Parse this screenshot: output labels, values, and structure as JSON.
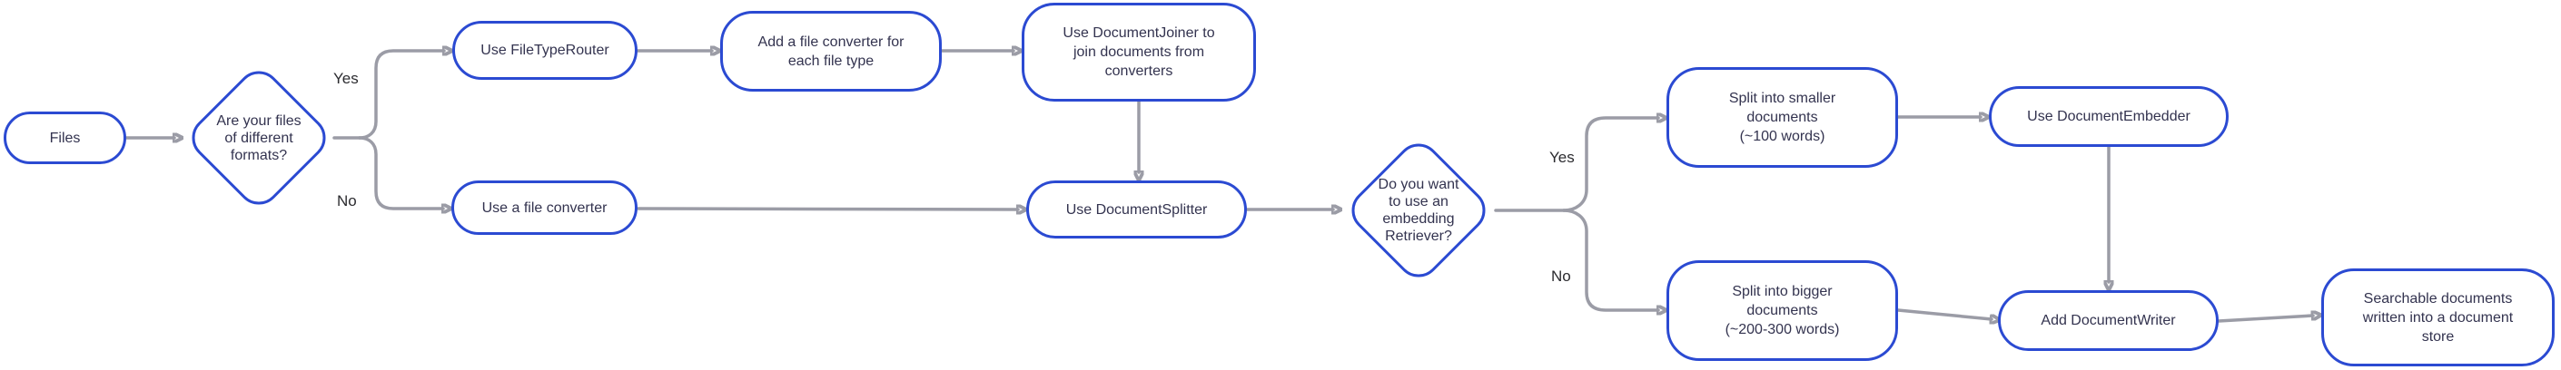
{
  "diagram": {
    "type": "flowchart",
    "colors": {
      "node_border": "#2b4ad2",
      "node_fill": "#ffffff",
      "node_text": "#33334f",
      "connector": "#9b9ca6",
      "edge_label_text": "#2b2b2f",
      "background": "#ffffff"
    },
    "nodes": {
      "files": {
        "label": "Files",
        "shape": "pill"
      },
      "decision_formats": {
        "label": "Are your files\nof different\nformats?",
        "shape": "diamond"
      },
      "file_type_router": {
        "label": "Use FileTypeRouter",
        "shape": "pill"
      },
      "add_converter": {
        "label": "Add a file converter for\neach file type",
        "shape": "rounded-box"
      },
      "doc_joiner": {
        "label": "Use DocumentJoiner to\njoin documents from\nconverters",
        "shape": "rounded-box"
      },
      "file_converter": {
        "label": "Use a file converter",
        "shape": "pill"
      },
      "doc_splitter": {
        "label": "Use DocumentSplitter",
        "shape": "pill"
      },
      "decision_embedding": {
        "label": "Do you want\nto use an\nembedding\nRetriever?",
        "shape": "diamond"
      },
      "split_smaller": {
        "label": "Split into smaller\ndocuments\n(~100 words)",
        "shape": "rounded-box"
      },
      "doc_embedder": {
        "label": "Use DocumentEmbedder",
        "shape": "pill"
      },
      "split_bigger": {
        "label": "Split into bigger\ndocuments\n(~200-300 words)",
        "shape": "rounded-box"
      },
      "doc_writer": {
        "label": "Add DocumentWriter",
        "shape": "pill"
      },
      "searchable_docs": {
        "label": "Searchable documents\nwritten into a document\nstore",
        "shape": "rounded-box"
      }
    },
    "edges": {
      "files_to_decision_formats": {
        "from": "files",
        "to": "decision_formats"
      },
      "decision_formats_yes": {
        "from": "decision_formats",
        "to": "file_type_router",
        "label": "Yes"
      },
      "decision_formats_no": {
        "from": "decision_formats",
        "to": "file_converter",
        "label": "No"
      },
      "router_to_add_converter": {
        "from": "file_type_router",
        "to": "add_converter"
      },
      "add_converter_to_joiner": {
        "from": "add_converter",
        "to": "doc_joiner"
      },
      "joiner_to_splitter": {
        "from": "doc_joiner",
        "to": "doc_splitter"
      },
      "converter_to_splitter": {
        "from": "file_converter",
        "to": "doc_splitter"
      },
      "splitter_to_decision_embedding": {
        "from": "doc_splitter",
        "to": "decision_embedding"
      },
      "decision_embedding_yes": {
        "from": "decision_embedding",
        "to": "split_smaller",
        "label": "Yes"
      },
      "decision_embedding_no": {
        "from": "decision_embedding",
        "to": "split_bigger",
        "label": "No"
      },
      "split_smaller_to_embedder": {
        "from": "split_smaller",
        "to": "doc_embedder"
      },
      "embedder_to_writer": {
        "from": "doc_embedder",
        "to": "doc_writer"
      },
      "split_bigger_to_writer": {
        "from": "split_bigger",
        "to": "doc_writer"
      },
      "writer_to_searchable": {
        "from": "doc_writer",
        "to": "searchable_docs"
      }
    }
  }
}
